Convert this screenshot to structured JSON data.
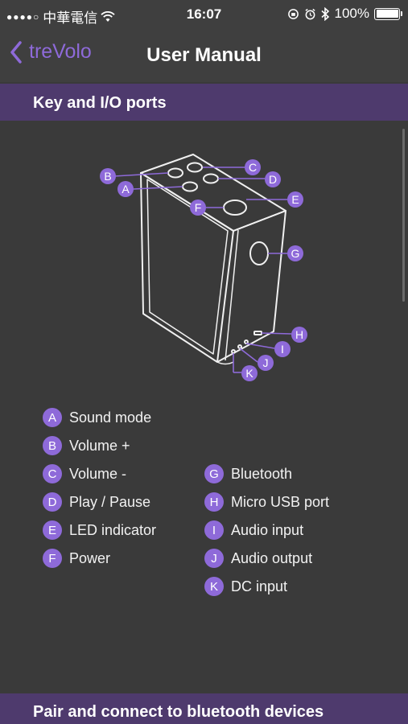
{
  "status_bar": {
    "carrier": "中華電信",
    "time": "16:07",
    "battery": "100%",
    "battery_level": 1.0
  },
  "nav": {
    "back_label": "treVolo",
    "title": "User Manual"
  },
  "sections": {
    "key_io_title": "Key and I/O ports",
    "pair_title": "Pair and connect to bluetooth devices"
  },
  "diagram_badges": [
    "A",
    "B",
    "C",
    "D",
    "E",
    "F",
    "G",
    "H",
    "I",
    "J",
    "K"
  ],
  "legend": {
    "left": [
      {
        "letter": "A",
        "label": "Sound mode"
      },
      {
        "letter": "B",
        "label": "Volume +"
      },
      {
        "letter": "C",
        "label": "Volume -"
      },
      {
        "letter": "D",
        "label": "Play / Pause"
      },
      {
        "letter": "E",
        "label": "LED indicator"
      },
      {
        "letter": "F",
        "label": "Power"
      }
    ],
    "right": [
      {
        "letter": "G",
        "label": "Bluetooth"
      },
      {
        "letter": "H",
        "label": "Micro USB port"
      },
      {
        "letter": "I",
        "label": "Audio input"
      },
      {
        "letter": "J",
        "label": "Audio output"
      },
      {
        "letter": "K",
        "label": "DC input"
      }
    ]
  },
  "colors": {
    "accent": "#8e6ad9",
    "section_header": "#4e3a6d",
    "background": "#3a3a3a"
  }
}
